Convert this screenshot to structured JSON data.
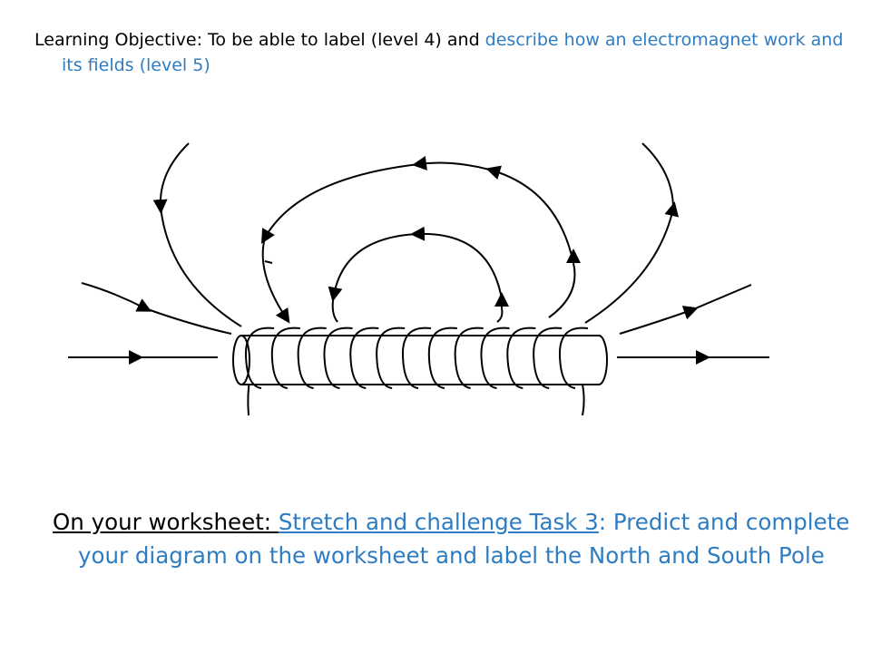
{
  "objective": {
    "black_part": "Learning Objective: To be able to label (level 4) and ",
    "blue_part": "describe how an electromagnet work and its fields (level 5)"
  },
  "task": {
    "lead": "On your worksheet:",
    "gap": " ",
    "task_name": "Stretch and challenge Task 3",
    "colon": ":",
    "body": " Predict and complete your diagram on the worksheet and label the North and South Pole"
  },
  "colors": {
    "text": "#000000",
    "accent_blue": "#2e7cc2",
    "line": "#000000",
    "background": "#ffffff"
  },
  "diagram": {
    "subject": "solenoid with magnetic field lines",
    "coil_turns": 13
  }
}
